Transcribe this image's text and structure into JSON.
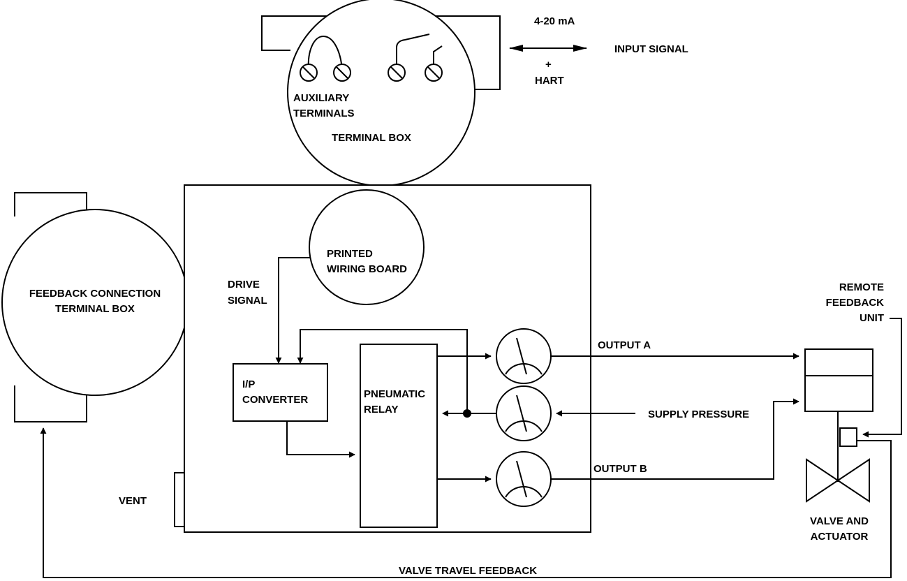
{
  "terminal_box": {
    "signal_range": "4-20 mA",
    "input_signal": "INPUT SIGNAL",
    "plus": "+",
    "hart": "HART",
    "aux_line1": "AUXILIARY",
    "aux_line2": "TERMINALS",
    "title": "TERMINAL BOX"
  },
  "feedback_box": {
    "line1": "FEEDBACK CONNECTION",
    "line2": "TERMINAL BOX"
  },
  "positioner": {
    "pwb_line1": "PRINTED",
    "pwb_line2": "WIRING BOARD",
    "drive_line1": "DRIVE",
    "drive_line2": "SIGNAL",
    "ip_line1": "I/P",
    "ip_line2": "CONVERTER",
    "relay_line1": "PNEUMATIC",
    "relay_line2": "RELAY",
    "vent": "VENT"
  },
  "outputs": {
    "output_a": "OUTPUT A",
    "supply": "SUPPLY PRESSURE",
    "output_b": "OUTPUT B"
  },
  "remote": {
    "line1": "REMOTE",
    "line2": "FEEDBACK",
    "line3": "UNIT"
  },
  "valve": {
    "line1": "VALVE AND",
    "line2": "ACTUATOR"
  },
  "feedback_line": "VALVE TRAVEL FEEDBACK"
}
